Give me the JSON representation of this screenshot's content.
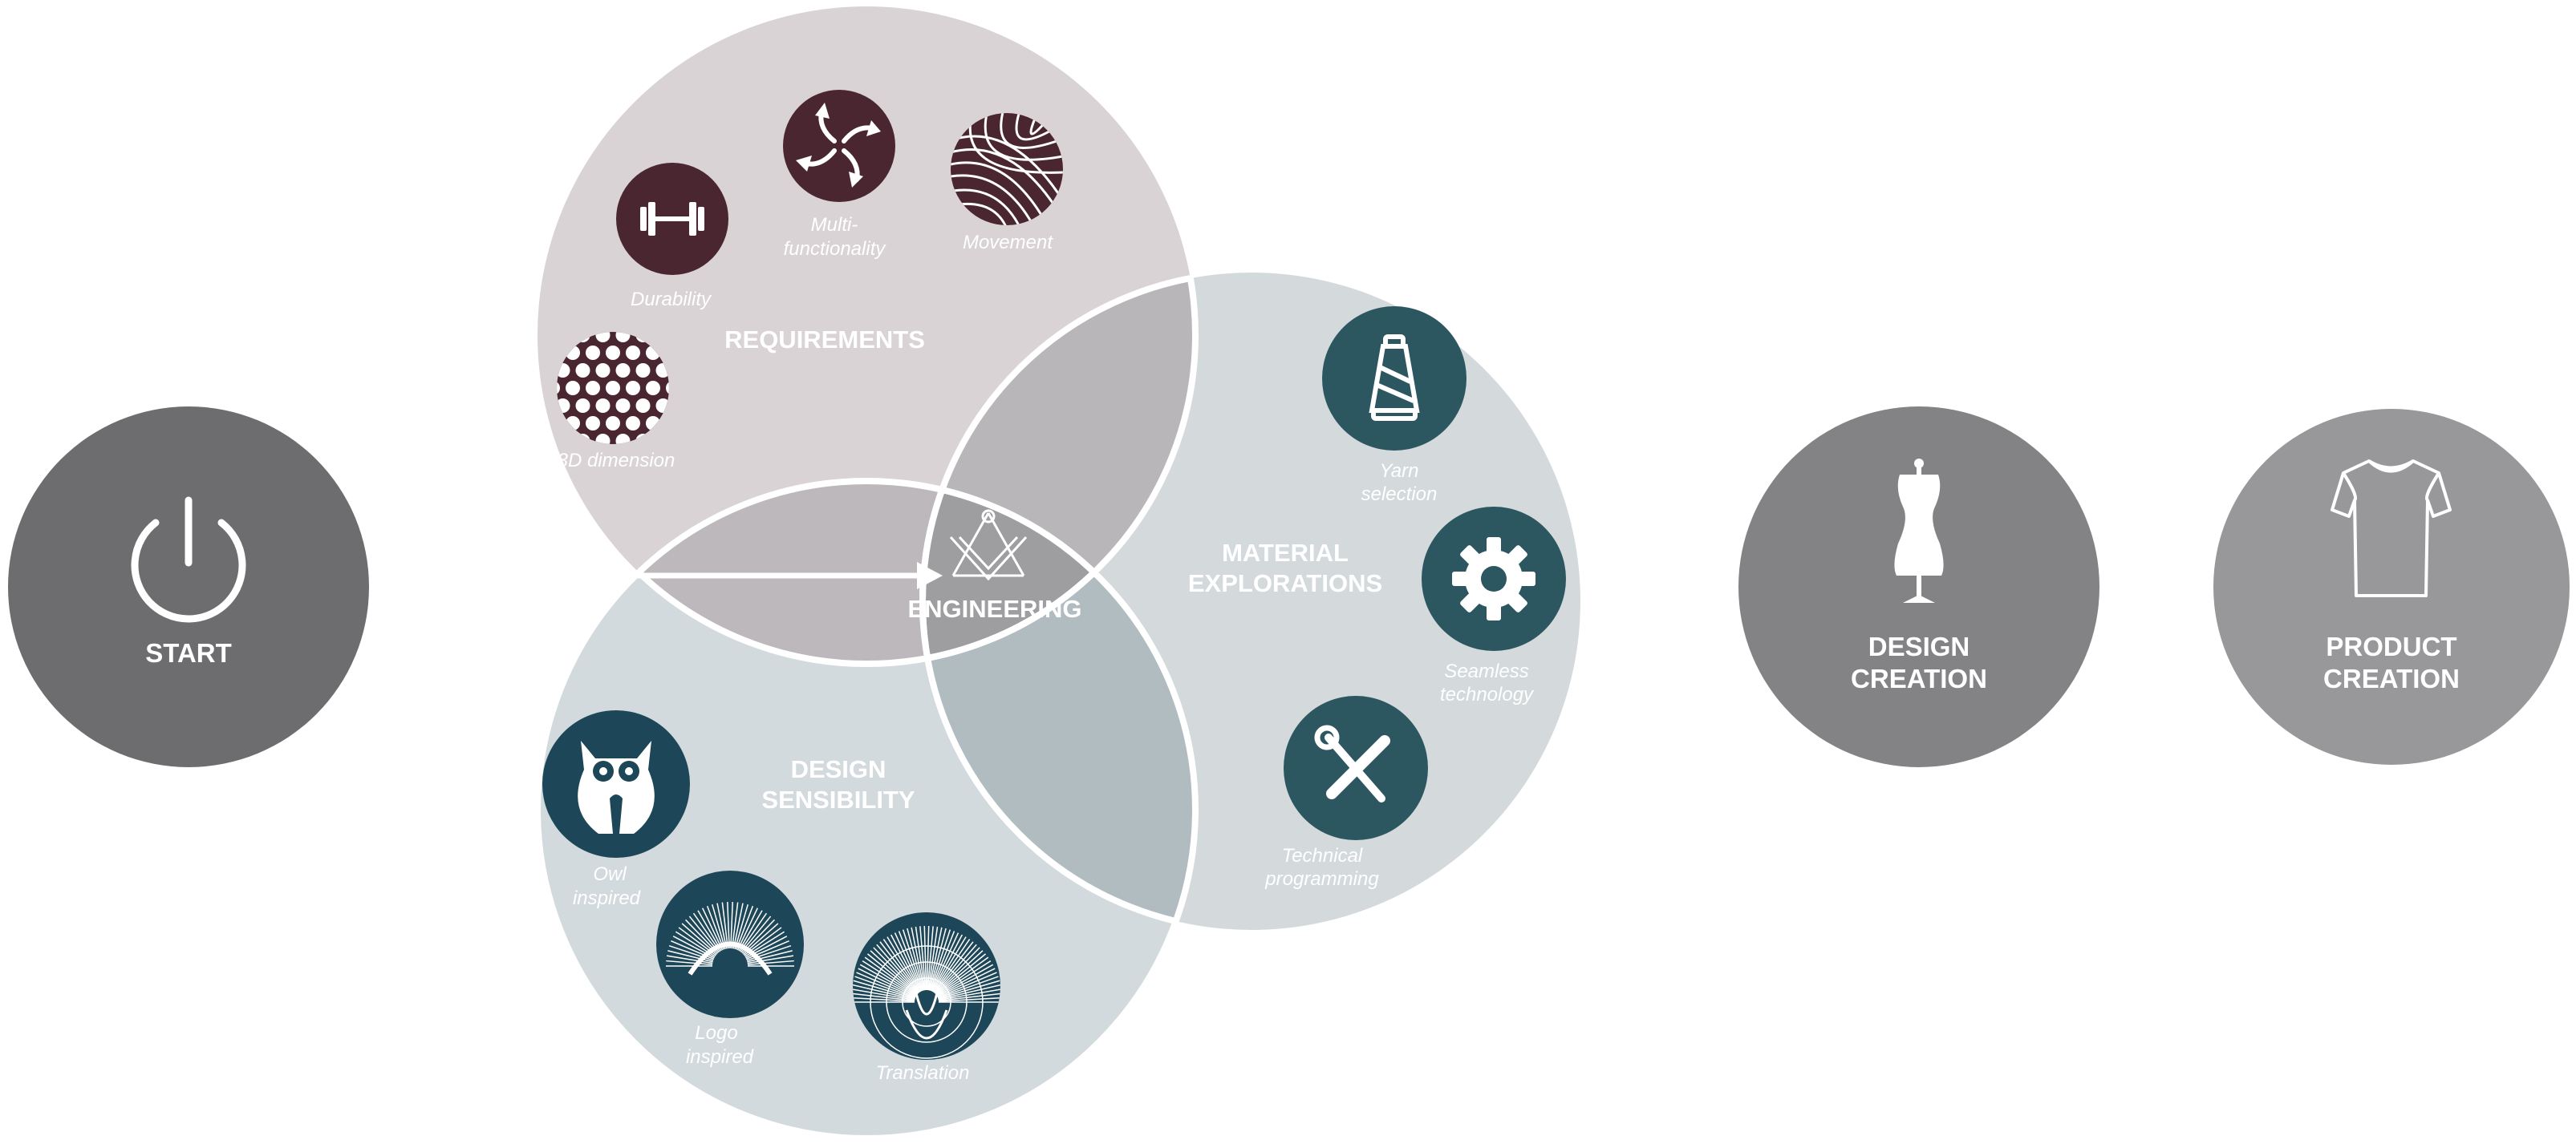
{
  "colors": {
    "start_circle": "#6d6d6f",
    "design_creation_circle": "#838386",
    "product_creation_circle": "#98989b",
    "requirements_circle": "#d9d3d5",
    "design_sensibility_circle": "#d3dadd",
    "material_circle": "#d4dadc",
    "overlap_req_design": "#bcb8bb",
    "overlap_req_material": "#b8b6b8",
    "overlap_design_material": "#b1bcc1",
    "center_overlap": "#9e9ea1",
    "requirements_icons": "#4a2630",
    "material_icons": "#2c5660",
    "design_icons": "#1d4658",
    "outline": "#ffffff"
  },
  "start": {
    "label": "START",
    "icon": "power-icon"
  },
  "requirements": {
    "title": "REQUIREMENTS",
    "items": [
      {
        "icon": "dumbbell-icon",
        "caption_lines": [
          "Durability"
        ]
      },
      {
        "icon": "arrows-icon",
        "caption_lines": [
          "Multi-",
          "functionality"
        ]
      },
      {
        "icon": "mesh-sphere-icon",
        "caption_lines": [
          "Movement"
        ]
      },
      {
        "icon": "dot-lattice-icon",
        "caption_lines": [
          "3D dimension"
        ]
      }
    ]
  },
  "material": {
    "title_lines": [
      "MATERIAL",
      "EXPLORATIONS"
    ],
    "items": [
      {
        "icon": "yarn-cone-icon",
        "caption_lines": [
          "Yarn",
          "selection"
        ]
      },
      {
        "icon": "gear-icon",
        "caption_lines": [
          "Seamless",
          "technology"
        ]
      },
      {
        "icon": "tools-icon",
        "caption_lines": [
          "Technical",
          "programming"
        ]
      }
    ]
  },
  "design_sensibility": {
    "title_lines": [
      "DESIGN",
      "SENSIBILITY"
    ],
    "items": [
      {
        "icon": "owl-icon",
        "caption_lines": [
          "Owl",
          "inspired"
        ]
      },
      {
        "icon": "logo-fan-icon",
        "caption_lines": [
          "Logo",
          "inspired"
        ]
      },
      {
        "icon": "radial-pattern-icon",
        "caption_lines": [
          "Translation"
        ]
      }
    ]
  },
  "engineering": {
    "label": "ENGINEERING",
    "icon": "compass-square-icon"
  },
  "design_creation": {
    "label_lines": [
      "DESIGN",
      "CREATION"
    ],
    "icon": "dress-form-icon"
  },
  "product_creation": {
    "label_lines": [
      "PRODUCT",
      "CREATION"
    ],
    "icon": "tshirt-icon"
  }
}
